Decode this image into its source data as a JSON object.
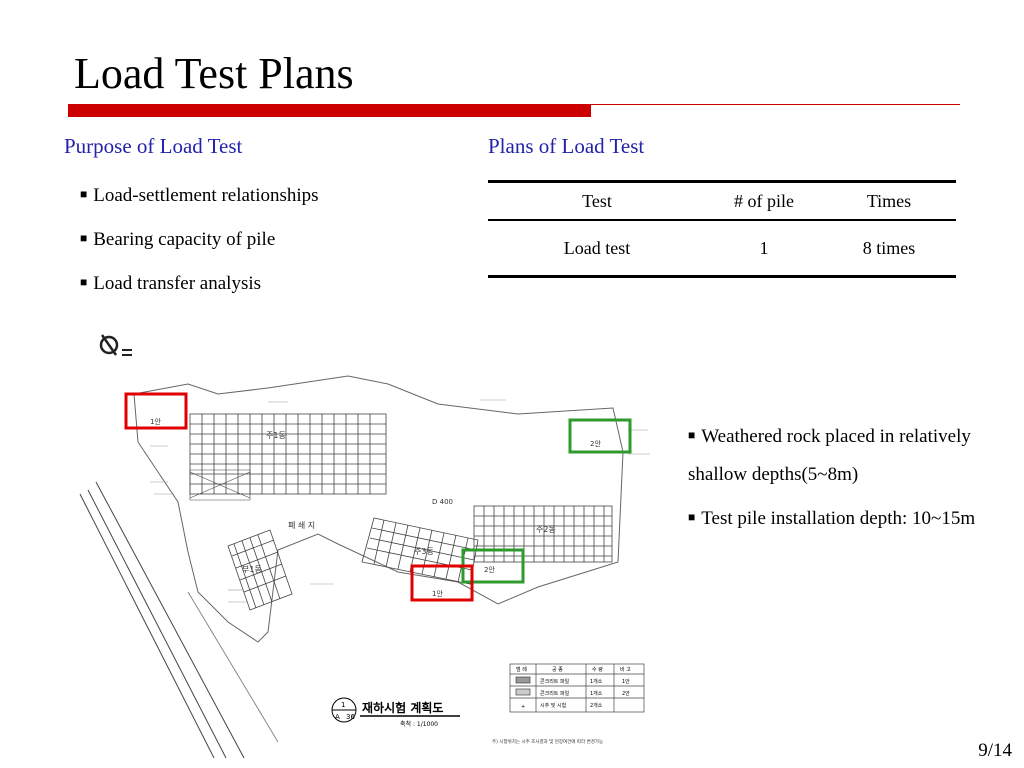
{
  "slide": {
    "title": "Load Test Plans",
    "page": "9/14"
  },
  "purpose": {
    "heading": "Purpose of Load Test",
    "items": [
      "Load-settlement relationships",
      "Bearing capacity of pile",
      "Load transfer analysis"
    ]
  },
  "plans": {
    "heading": "Plans of Load Test",
    "headers": [
      "Test",
      "# of pile",
      "Times"
    ],
    "rows": [
      [
        "Load test",
        "1",
        "8 times"
      ]
    ]
  },
  "notes": [
    "Weathered rock placed in relatively shallow depths(5~8m)",
    "Test pile installation depth: 10~15m"
  ],
  "drawing": {
    "labels": {
      "building_1": "주1동",
      "building_2": "주2동",
      "building_3": "주3동",
      "building_4": "부1동",
      "center": "폐 쇄 지",
      "marker_1": "1안",
      "marker_2": "2안",
      "marker_3": "2안",
      "marker_4": "1안",
      "dim": "D 400",
      "plan_title": "재하시험 계획도",
      "plan_scale": "축척 : 1/1000",
      "plan_num_top": "1",
      "plan_num_left": "A",
      "plan_num_right": "36",
      "footnote": "주) 시험위치는 시추 조사결과 및 현장여건에 따라 변경가능"
    },
    "legend": {
      "headers": [
        "범 례",
        "공 종",
        "수 량",
        "비 고"
      ],
      "rows": [
        [
          "",
          "콘크리트 파일",
          "1개소",
          "1안"
        ],
        [
          "",
          "콘크리트 파일",
          "1개소",
          "2안"
        ],
        [
          "",
          "시추 및 시험",
          "2개소",
          ""
        ]
      ]
    },
    "colors": {
      "red_marker": "#e00000",
      "green_marker": "#2e9a2e"
    }
  }
}
